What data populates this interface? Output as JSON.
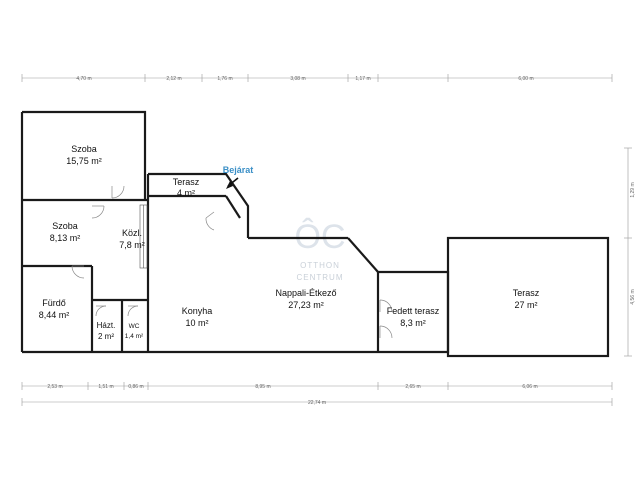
{
  "entrance": {
    "label": "Bejárat"
  },
  "brand": {
    "logo_letters": "ÔC",
    "line1": "OTTHON",
    "line2": "CENTRUM"
  },
  "top_dimensions": {
    "row1": [
      "4,70 m",
      "2,12 m",
      "1,76 m",
      "3,08 m",
      "1,17 m",
      "6,00 m"
    ]
  },
  "bottom_dimensions": {
    "row1": [
      "2,53 m",
      "1,51 m",
      "0,86 m",
      "8,95 m",
      "2,65 m",
      "6,06 m"
    ],
    "total": "22,74 m"
  },
  "right_dimensions": [
    "1,29 m",
    "4,56 m"
  ],
  "rooms": {
    "szoba1": {
      "name": "Szoba",
      "area": "15,75 m²"
    },
    "szoba2": {
      "name": "Szoba",
      "area": "8,13 m²"
    },
    "kozl": {
      "name": "Közl.",
      "area": "7,8 m²"
    },
    "terasz_small": {
      "name": "Terasz",
      "area": "4 m²"
    },
    "furdo": {
      "name": "Fürdő",
      "area": "8,44 m²"
    },
    "hazt": {
      "name": "Házt.",
      "area": "2 m²"
    },
    "wc": {
      "name": "WC",
      "area": "1,4 m²"
    },
    "konyha": {
      "name": "Konyha",
      "area": "10 m²"
    },
    "nappali": {
      "name": "Nappali-Étkező",
      "area": "27,23 m²"
    },
    "fedett": {
      "name": "Fedett terasz",
      "area": "8,3 m²"
    },
    "terasz_big": {
      "name": "Terasz",
      "area": "27 m²"
    }
  },
  "colors": {
    "wall": "#1a1a1a",
    "dimension": "#888888",
    "entrance": "#3a8fc6",
    "watermark": "#dde3ea"
  }
}
